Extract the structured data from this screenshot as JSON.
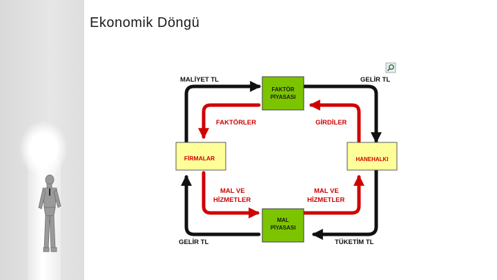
{
  "slide": {
    "title": "Ekonomik Döngü"
  },
  "diagram": {
    "nodes": {
      "factor_market": [
        "FAKTÖR",
        "PİYASASI"
      ],
      "goods_market": [
        "MAL",
        "PİYASASI"
      ],
      "firms": "FİRMALAR",
      "households": "HANEHALKI"
    },
    "labels": {
      "cost_tl": "MALİYET TL",
      "income_tl_top": "GELİR TL",
      "income_tl_bottom": "GELİR TL",
      "consumption_tl": "TÜKETİM TL",
      "factors": "FAKTÖRLER",
      "inputs": "GİRDİLER",
      "goods_services_left": [
        "MAL VE",
        "HİZMETLER"
      ],
      "goods_services_right": [
        "MAL VE",
        "HİZMETLER"
      ]
    },
    "colors": {
      "money_flow": "#111111",
      "real_flow": "#d00000",
      "market_box": "#7cc400",
      "agent_box": "#ffff99"
    },
    "icons": [
      "zoom-icon"
    ]
  }
}
